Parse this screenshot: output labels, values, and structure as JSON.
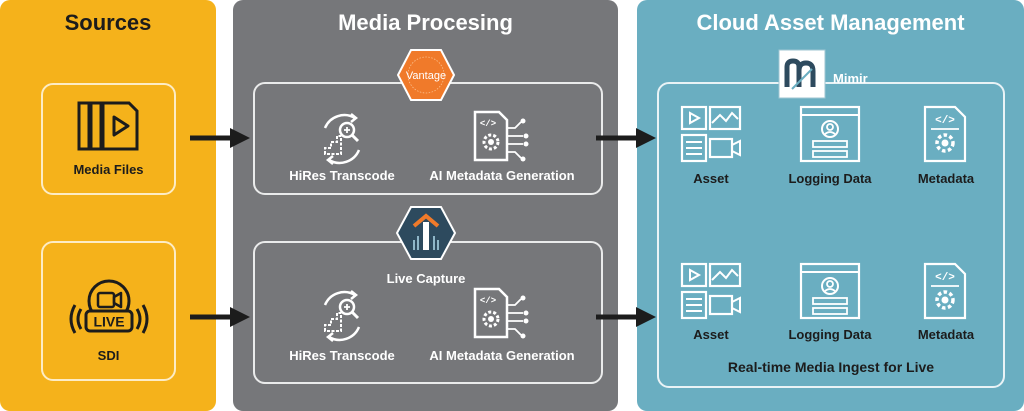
{
  "sources": {
    "title": "Sources",
    "media_files": "Media Files",
    "sdi": "SDI",
    "live_badge": "LIVE"
  },
  "processing": {
    "title": "Media Procesing",
    "vantage_badge": "Vantage",
    "live_capture": "Live Capture",
    "row1": {
      "hires": "HiRes Transcode",
      "ai": "AI Metadata Generation"
    },
    "row2": {
      "hires": "HiRes Transcode",
      "ai": "AI Metadata Generation"
    }
  },
  "cloud": {
    "title": "Cloud Asset Management",
    "mimir": "Mimir",
    "row1": {
      "asset": "Asset",
      "logging": "Logging Data",
      "metadata": "Metadata"
    },
    "row2": {
      "asset": "Asset",
      "logging": "Logging Data",
      "metadata": "Metadata"
    },
    "footer": "Real-time Media Ingest for Live"
  },
  "colors": {
    "sources_bg": "#f5b21b",
    "processing_bg": "#76777a",
    "cloud_bg": "#6aaec1",
    "vantage_orange": "#f07a2a",
    "live_capture_bg": "#2d4a5e",
    "arrow": "#1c1c1c"
  }
}
